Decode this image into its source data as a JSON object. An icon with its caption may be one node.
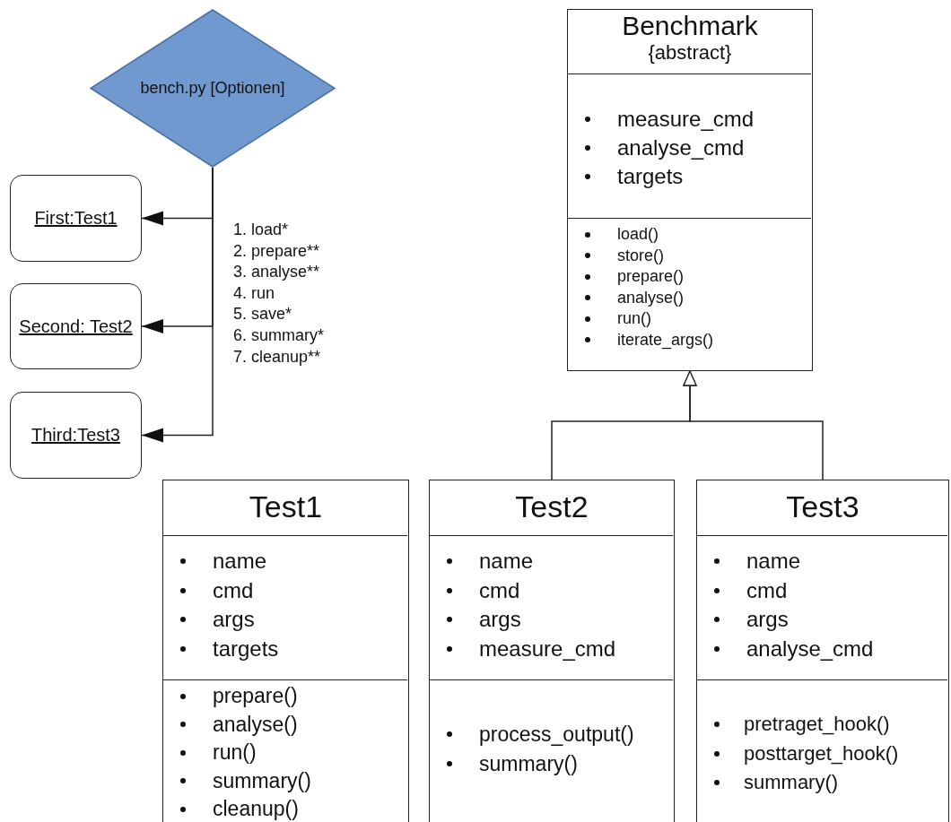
{
  "diagram": {
    "nodes": [
      {
        "text": [
          "bench.py [Optionen]"
        ]
      },
      {
        "text": [
          "Benchmark",
          "{abstract}"
        ]
      },
      {
        "text": [
          "measure_cmd",
          "analyse_cmd",
          "targets"
        ],
        "in": 1
      },
      {
        "text": [
          "load()",
          "store()",
          "prepare()",
          "analyse()",
          "run()",
          "iterate_args()"
        ],
        "in": 1
      },
      {
        "text": [
          "First:Test1"
        ]
      },
      {
        "text": [
          "Second: Test2"
        ]
      },
      {
        "text": [
          "Third:Test3"
        ]
      },
      {
        "text": [
          "Test1"
        ]
      },
      {
        "text": [
          "name",
          "cmd",
          "args",
          "targets"
        ],
        "in": 7
      },
      {
        "text": [
          "prepare()",
          "analyse()",
          "run()",
          "summary()",
          "cleanup()"
        ],
        "in": 7
      },
      {
        "text": [
          "Test2"
        ]
      },
      {
        "text": [
          "name",
          "cmd",
          "args",
          "measure_cmd"
        ],
        "in": 10
      },
      {
        "text": [
          "process_output()",
          "summary()"
        ],
        "in": 10
      },
      {
        "text": [
          "Test3"
        ]
      },
      {
        "text": [
          "name",
          "cmd",
          "args",
          "analyse_cmd"
        ],
        "in": 13
      },
      {
        "text": [
          "pretraget_hook()",
          "posttarget_hook()",
          "summary()"
        ],
        "in": 13
      }
    ],
    "edges": [
      {
        "from": 0,
        "to": 4,
        "arrow": "to"
      },
      {
        "from": 0,
        "to": 5,
        "arrow": "to"
      },
      {
        "from": 0,
        "to": 6,
        "arrow": "to"
      },
      {
        "from": 10,
        "to": 1,
        "arrow": "to"
      },
      {
        "from": 13,
        "to": 1,
        "arrow": "to"
      }
    ],
    "labels": [
      "1. load*",
      "2. prepare**",
      "3. analyse**",
      "4. run",
      "5. save*",
      "6. summary*",
      "7. cleanup**"
    ]
  }
}
